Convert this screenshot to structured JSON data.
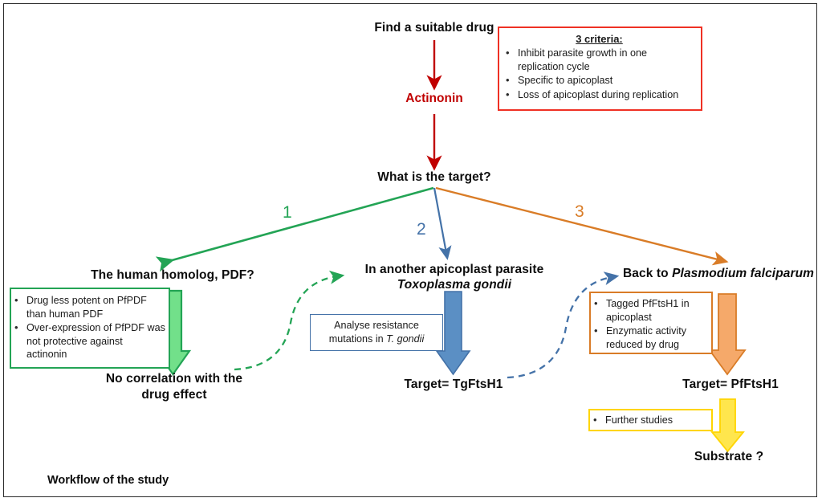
{
  "figure": {
    "caption": "Workflow of the study",
    "border_color": "#2b2b2b"
  },
  "colors": {
    "red": "#c00000",
    "green": "#23a455",
    "green_fill": "#72e08a",
    "blue": "#4472a8",
    "blue_fill": "#5b8fc4",
    "orange": "#d97c27",
    "orange_fill": "#f5a96a",
    "yellow": "#ffd500",
    "yellow_fill": "#ffe64d",
    "text": "#111111"
  },
  "top": {
    "start_label": "Find a suitable drug",
    "drug_label": "Actinonin",
    "question_label": "What is the target?"
  },
  "criteria_box": {
    "title": "3 criteria:",
    "items": [
      "Inhibit parasite growth in one replication cycle",
      "Specific to apicoplast",
      "Loss of apicoplast during replication"
    ],
    "border_color": "#ef3124"
  },
  "branches": [
    {
      "number": "1",
      "color": "#23a455",
      "heading": "The human homolog, PDF?",
      "heading_italic": "",
      "box_items": [
        "Drug less potent on PfPDF than human  PDF",
        "Over-expression of PfPDF was not protective against actinonin"
      ],
      "conclusion_line1": "No correlation with the",
      "conclusion_line2": "drug effect"
    },
    {
      "number": "2",
      "color": "#4472a8",
      "heading": "In another apicoplast parasite",
      "heading_italic": "Toxoplasma gondii",
      "box_text_line1": "Analyse resistance",
      "box_text_line2_prefix": "mutations in ",
      "box_text_line2_italic": "T. gondii",
      "conclusion": "Target= TgFtsH1"
    },
    {
      "number": "3",
      "color": "#d97c27",
      "heading_prefix": "Back to ",
      "heading_italic": "Plasmodium falciparum",
      "box_items": [
        "Tagged PfFtsH1 in apicoplast",
        "Enzymatic activity reduced by drug"
      ],
      "conclusion": "Target= PfFtsH1"
    }
  ],
  "final": {
    "box_item": "Further studies",
    "box_border_color": "#ffd500",
    "result": "Substrate ?"
  }
}
